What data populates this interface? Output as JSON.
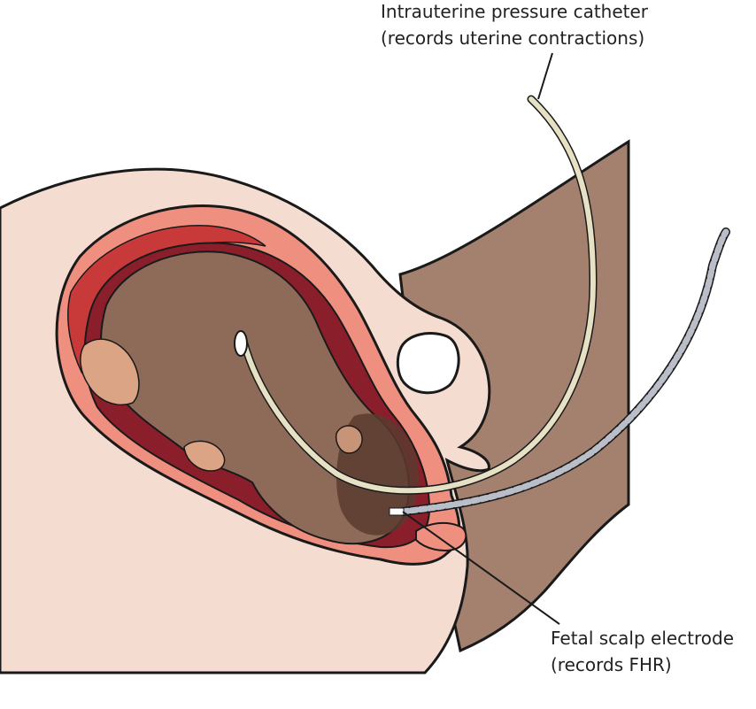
{
  "labels": {
    "catheter_line1": "Intrauterine pressure catheter",
    "catheter_line2": "(records uterine contractions)",
    "electrode_line1": "Fetal scalp electrode",
    "electrode_line2": "(records FHR)"
  },
  "colors": {
    "skin": "#f4ddd0",
    "skin_back": "#a4806f",
    "outline": "#1a1a1a",
    "uterine_wall": "#ef8f80",
    "myometrium_dark": "#c83a3a",
    "amniotic_cavity": "#8a1f2b",
    "fetus": "#8e6a58",
    "fetus_shadow": "#6e4e3f",
    "fetus_hands_feet": "#dba484",
    "catheter": "#e6e0c4",
    "electrode_wire": "#b9bec8",
    "background": "#ffffff"
  }
}
